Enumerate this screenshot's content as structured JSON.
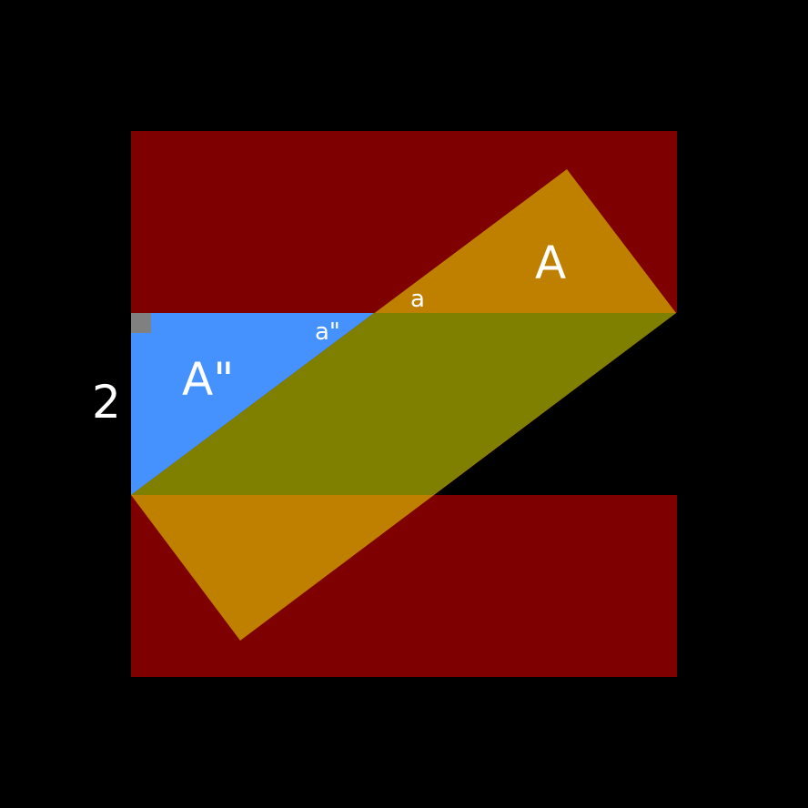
{
  "colors": {
    "background": "#000000",
    "region": "#7f0000",
    "rotated_rectangle": "#bf8000",
    "overlap": "#808000",
    "triangle": "#4592ff",
    "right_angle_marker": "#808080",
    "text": "#ffffff"
  },
  "labels": {
    "region_a": "A",
    "angle_a": "a",
    "angle_a_double": "a\"",
    "region_a_double": "A\"",
    "side_length": "2"
  }
}
